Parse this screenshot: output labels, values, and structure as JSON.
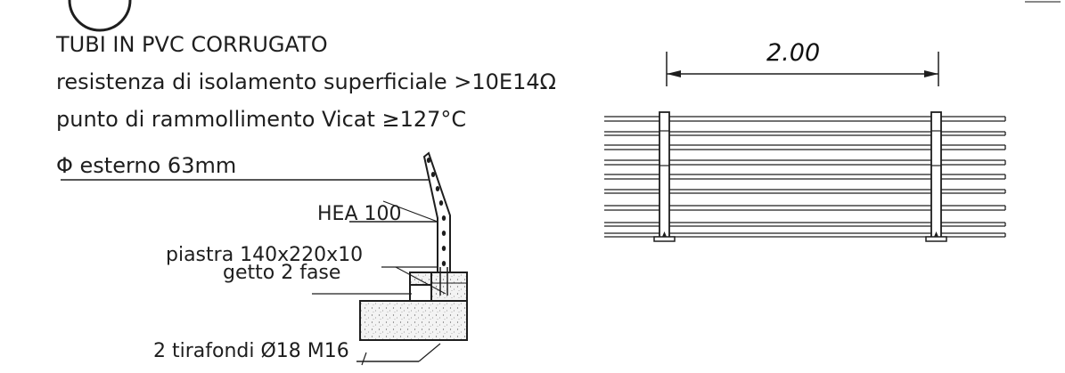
{
  "spec": {
    "title": "TUBI IN PVC CORRUGATO",
    "line1": "resistenza di isolamento superficiale >10E14Ω",
    "line2": "punto di rammollimento Vicat ≥127°C",
    "line3": "Φ esterno 63mm"
  },
  "section": {
    "hea": "HEA 100",
    "plate": "piastra 140x220x10",
    "casting": "getto 2 fase",
    "anchors": "2 tirafondi Ø18 M16"
  },
  "elevation": {
    "span_dimension": "2.00"
  },
  "colors": {
    "ink": "#1e1e1e"
  }
}
